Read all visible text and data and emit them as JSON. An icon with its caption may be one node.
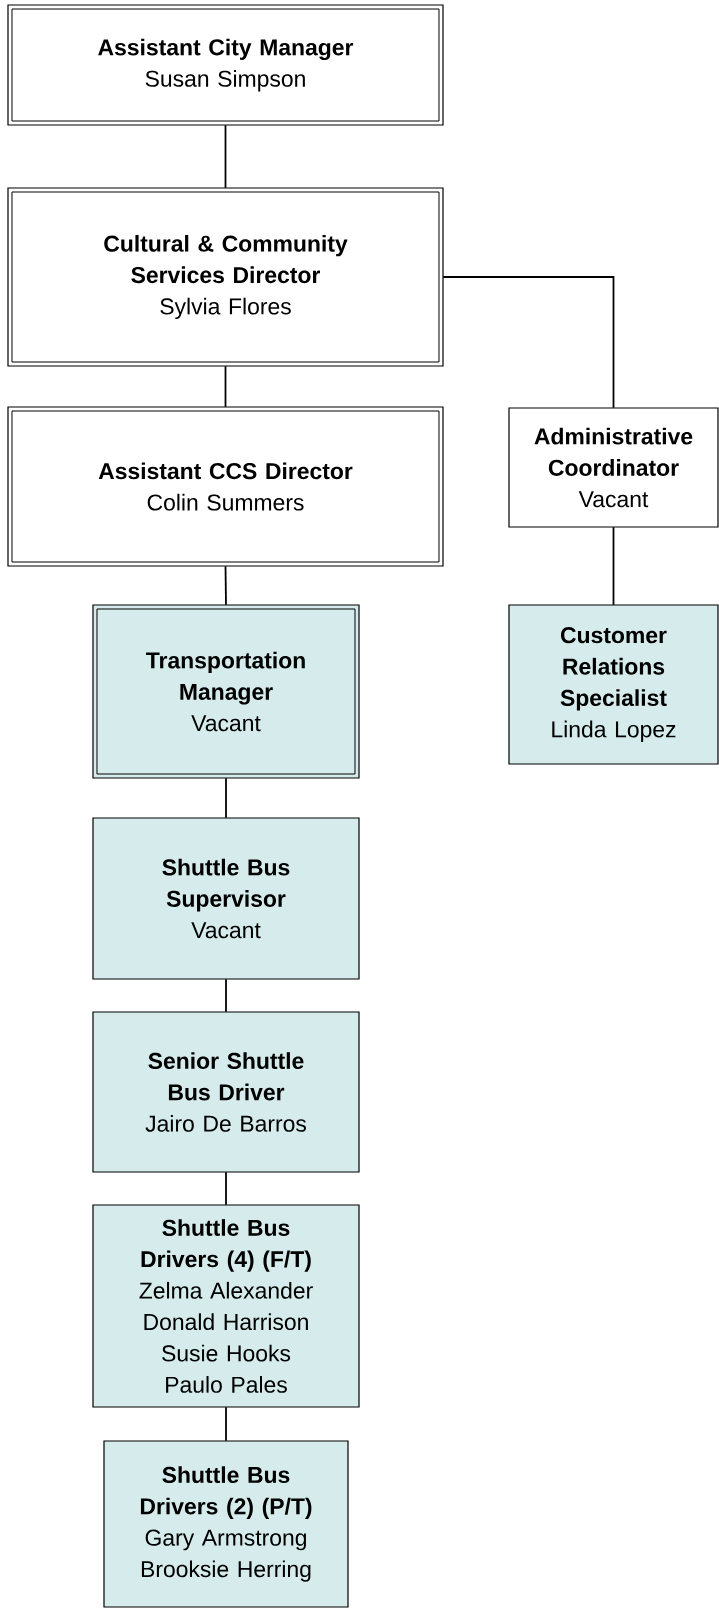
{
  "diagram": {
    "nodes": [
      {
        "text": [
          "Assistant City Manager",
          "Susan Simpson"
        ]
      },
      {
        "text": [
          "Cultural & Community Services Director",
          "Sylvia Flores"
        ]
      },
      {
        "text": [
          "Assistant CCS Director",
          "Colin Summers"
        ]
      },
      {
        "text": [
          "Administrative Coordinator",
          "Vacant"
        ]
      },
      {
        "text": [
          "Transportation Manager",
          "Vacant"
        ]
      },
      {
        "text": [
          "Shuttle Bus Supervisor",
          "Vacant"
        ]
      },
      {
        "text": [
          "Senior Shuttle Bus Driver",
          "Jairo De Barros"
        ]
      },
      {
        "text": [
          "Shuttle Bus Drivers (4) (F/T)",
          "Zelma Alexander",
          "Donald Harrison",
          "Susie Hooks",
          "Paulo Pales"
        ]
      },
      {
        "text": [
          "Shuttle Bus Drivers (2) (P/T)",
          "Gary Armstrong",
          "Brooksie Herring"
        ]
      },
      {
        "text": [
          "Customer Relations Specialist",
          "Linda Lopez"
        ]
      }
    ],
    "edges": [
      {
        "from": 0,
        "to": 1,
        "arrow": "none"
      },
      {
        "from": 1,
        "to": 2,
        "arrow": "none"
      },
      {
        "from": 1,
        "to": 3,
        "arrow": "none"
      },
      {
        "from": 2,
        "to": 4,
        "arrow": "none"
      },
      {
        "from": 4,
        "to": 5,
        "arrow": "none"
      },
      {
        "from": 5,
        "to": 6,
        "arrow": "none"
      },
      {
        "from": 6,
        "to": 7,
        "arrow": "none"
      },
      {
        "from": 7,
        "to": 8,
        "arrow": "none"
      },
      {
        "from": 3,
        "to": 9,
        "arrow": "none"
      }
    ]
  }
}
